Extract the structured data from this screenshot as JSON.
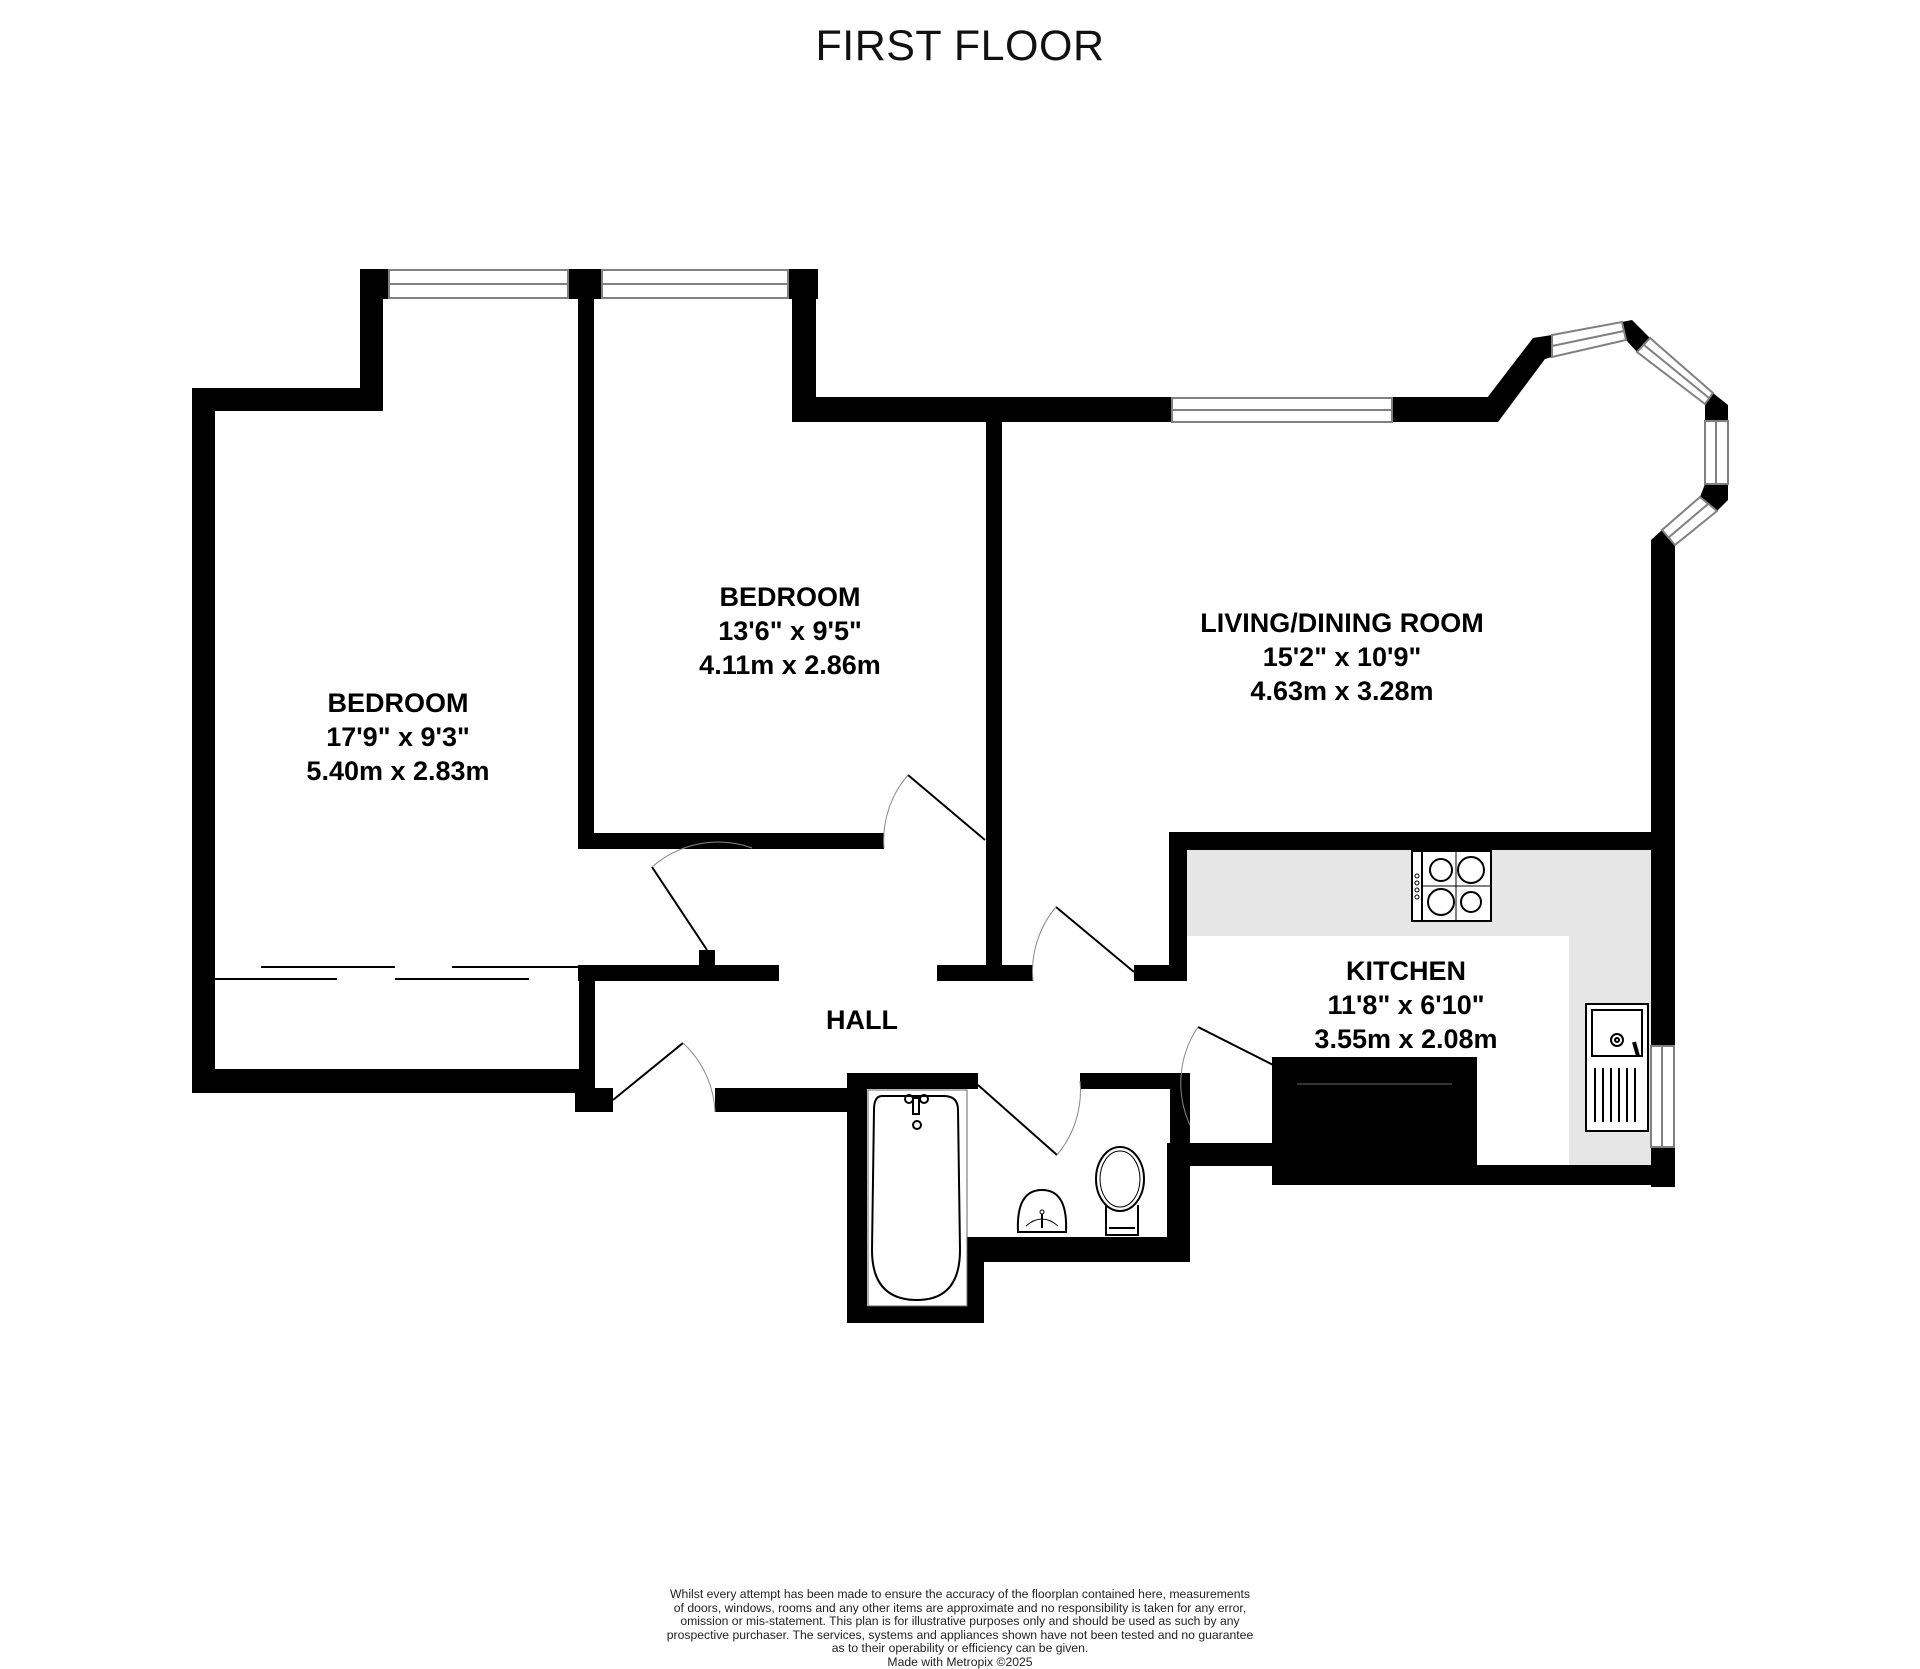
{
  "title": "FIRST FLOOR",
  "colors": {
    "wall": "#000000",
    "window_frame": "#808080",
    "counter": "#e6e6e6",
    "background": "#ffffff"
  },
  "rooms": [
    {
      "id": "bedroom-1",
      "name": "BEDROOM",
      "imperial": "17'9\"  x 9'3\"",
      "metric": "5.40m  x 2.83m"
    },
    {
      "id": "bedroom-2",
      "name": "BEDROOM",
      "imperial": "13'6\"  x 9'5\"",
      "metric": "4.11m  x 2.86m"
    },
    {
      "id": "living-dining",
      "name": "LIVING/DINING ROOM",
      "imperial": "15'2\"  x 10'9\"",
      "metric": "4.63m  x 3.28m"
    },
    {
      "id": "kitchen",
      "name": "KITCHEN",
      "imperial": "11'8\"  x 6'10\"",
      "metric": "3.55m  x 2.08m"
    },
    {
      "id": "hall",
      "name": "HALL"
    }
  ],
  "fixtures": {
    "hob": "hob-icon",
    "sink": "kitchen-sink-icon",
    "bath": "bathtub-icon",
    "basin": "wash-basin-icon",
    "toilet": "toilet-icon",
    "chimney_breast": "chimney-breast"
  },
  "disclaimer": {
    "lines": [
      "Whilst every attempt has been made to ensure the accuracy of the floorplan contained here, measurements",
      "of doors, windows, rooms and any other items are approximate and no responsibility is taken for any error,",
      "omission or mis-statement. This plan is for illustrative purposes only and should be used as such by any",
      "prospective purchaser. The services, systems and appliances shown have not been tested and no guarantee",
      "as to their operability or efficiency can be given."
    ],
    "credit": "Made with Metropix ©2025"
  }
}
